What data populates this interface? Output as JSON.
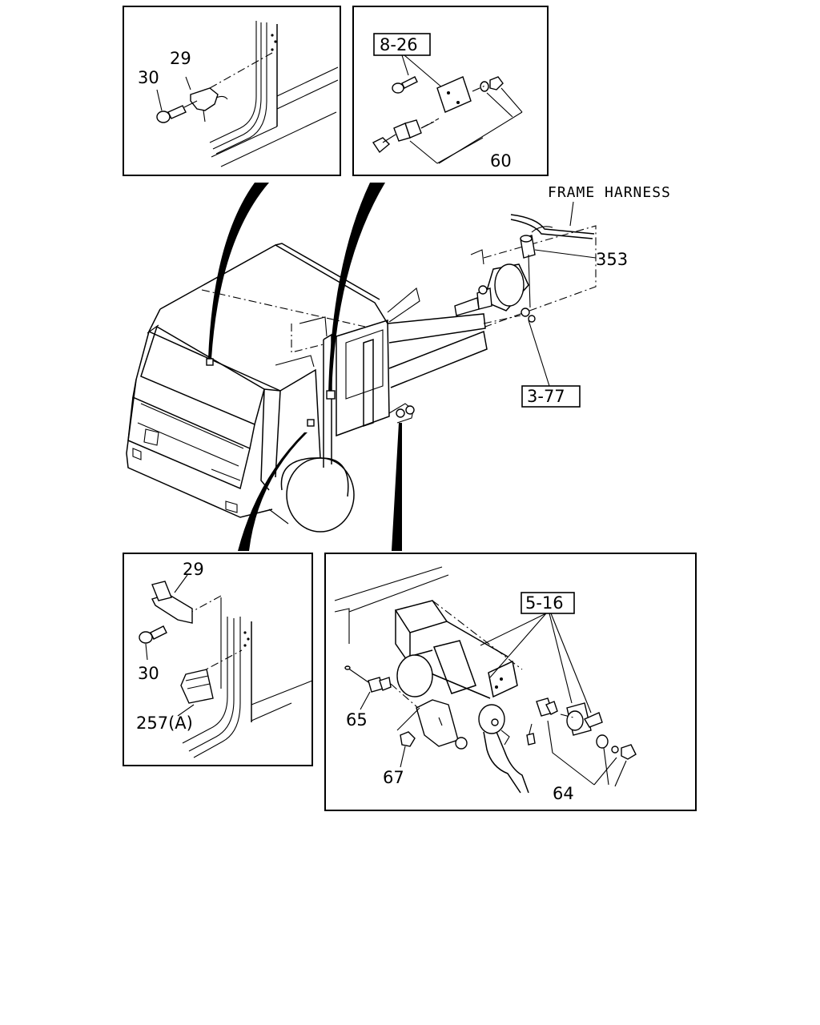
{
  "labels": {
    "tl_29": "29",
    "tl_30": "30",
    "tr_ref": "8-26",
    "tr_60": "60",
    "frame_harness": "FRAME HARNESS",
    "p353": "353",
    "ref_377": "3-77",
    "bl_29": "29",
    "bl_30": "30",
    "bl_257": "257(A)",
    "br_ref": "5-16",
    "br_65": "65",
    "br_67": "67",
    "br_64": "64"
  }
}
